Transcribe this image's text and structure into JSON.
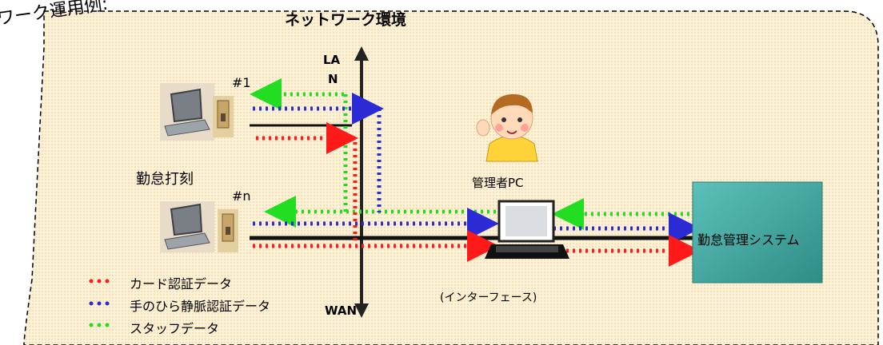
{
  "title_fragment": "ワーク運用例:",
  "network_title": "ネットワーク環境",
  "lan_label_line1": "LA",
  "lan_label_line2": "N",
  "wan_label": "WAN",
  "terminal_1_label": "#1",
  "terminal_n_label": "#n",
  "attendance_label": "勤怠打刻",
  "admin_pc_label": "管理者PC",
  "interface_label": "(インターフェース)",
  "system_label": "勤怠管理システム",
  "legend": [
    {
      "label": "カード認証データ",
      "color": "#ff1a1a"
    },
    {
      "label": "手のひら静脈認証データ",
      "color": "#2b2bd6"
    },
    {
      "label": "スタッフデータ",
      "color": "#22dd22"
    }
  ],
  "colors": {
    "background_fill": "#fdf1d8",
    "system_box": "#4db0a8",
    "card_data": "#ff1a1a",
    "vein_data": "#2b2bd6",
    "staff_data": "#22dd22"
  }
}
